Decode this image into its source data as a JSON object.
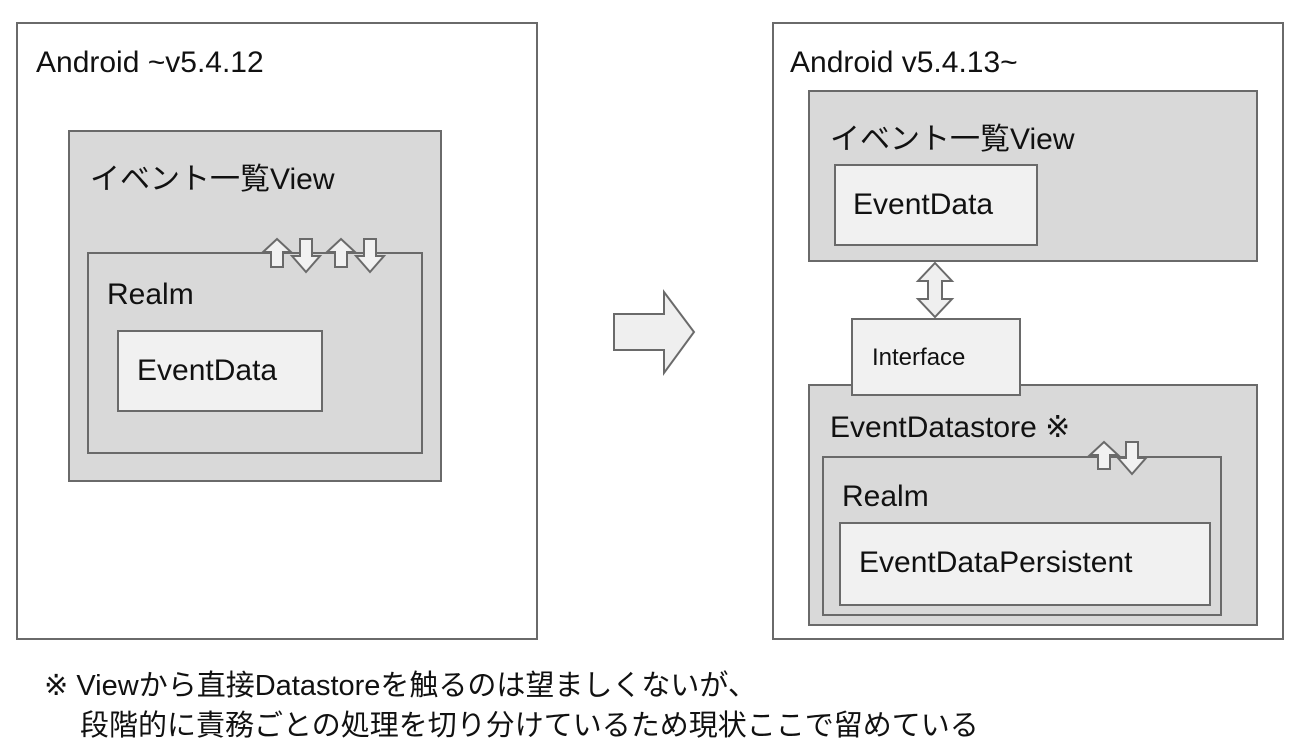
{
  "left_panel": {
    "title": "Android ~v5.4.12",
    "view_label": "イベント一覧View",
    "realm_label": "Realm",
    "data_label": "EventData"
  },
  "transition_arrow": "right-arrow-icon",
  "right_panel": {
    "title": "Android v5.4.13~",
    "view_label": "イベント一覧View",
    "data_label": "EventData",
    "interface_label": "Interface",
    "datastore_label": "EventDatastore ※",
    "realm_label": "Realm",
    "persistent_label": "EventDataPersistent"
  },
  "footnote": {
    "line1": "※ Viewから直接Datastoreを触るのは望ましくないが、",
    "line2": "段階的に責務ごとの処理を切り分けているため現状ここで留めている"
  }
}
